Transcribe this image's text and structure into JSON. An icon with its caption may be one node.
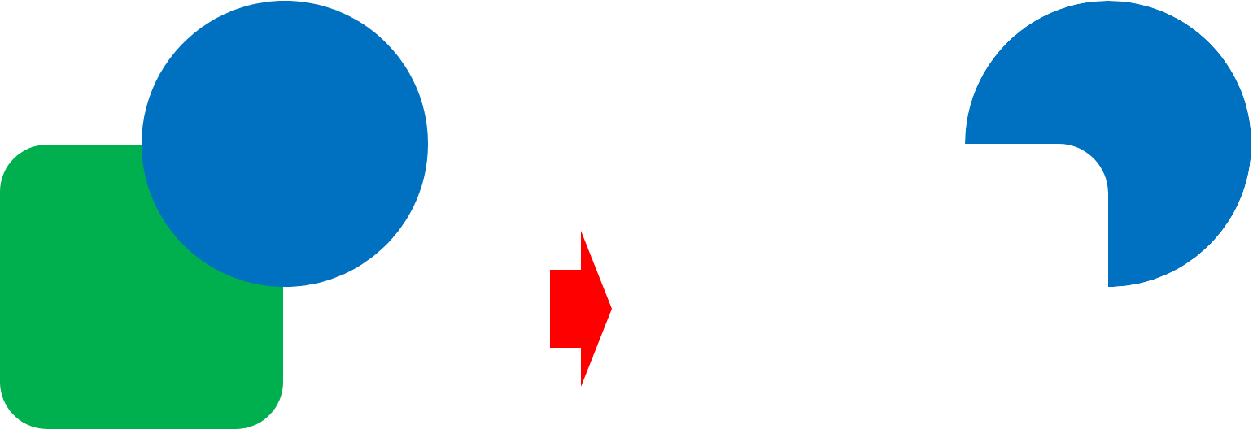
{
  "diagram": {
    "nodes": [
      {
        "text": [],
        "shape": "box"
      },
      {
        "text": [],
        "shape": "circle"
      },
      {
        "text": [],
        "shape": "circle"
      }
    ]
  }
}
